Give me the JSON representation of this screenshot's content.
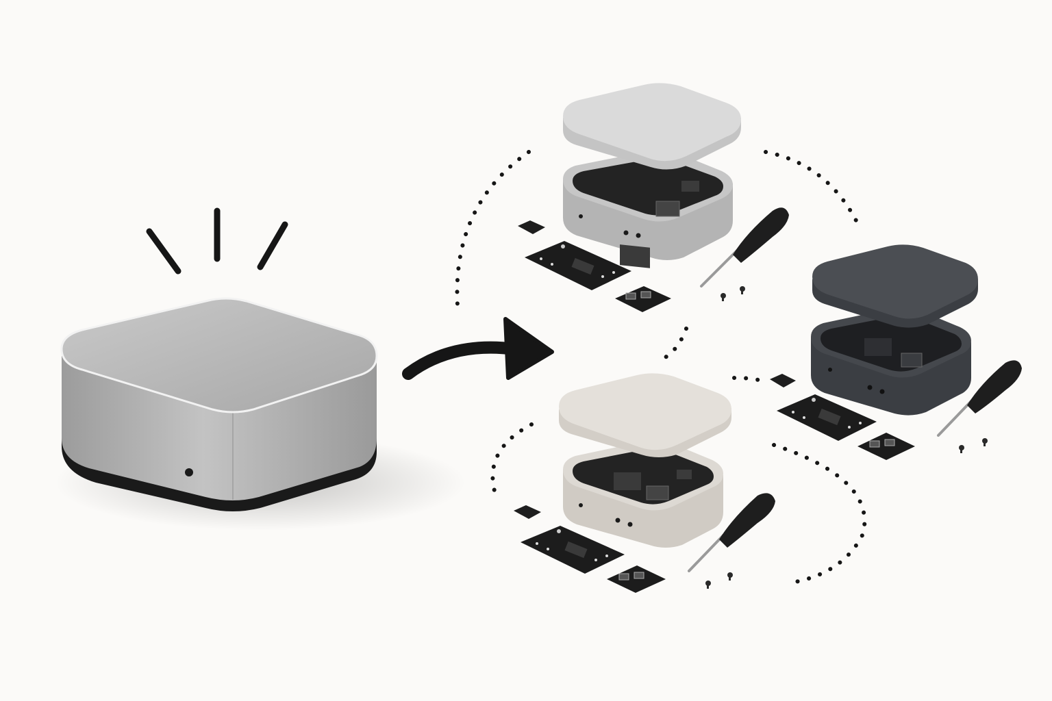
{
  "illustration": {
    "colors": {
      "background": "#fbfaf8",
      "ink": "#161616",
      "silver_top": "#b9b9b9",
      "silver_side": "#a3a3a3",
      "light_silver_lid": "#d9d9d8",
      "space_gray_lid": "#4b4e53",
      "space_gray_side": "#3b3e43",
      "starlight_lid": "#dcd8d2",
      "starlight_side": "#d3cec7",
      "board": "#1c1c1c",
      "chip": "#3a3a3a",
      "screwdriver_handle": "#1e1e1e",
      "screwdriver_shaft": "#9a9a9a"
    },
    "icons": [
      "closed-device-icon",
      "attention-lines-icon",
      "curved-arrow-icon",
      "exploded-device-icon",
      "circuit-board-icon",
      "chip-icon",
      "screwdriver-icon",
      "screw-icon",
      "dotted-loop-icon"
    ],
    "device_variants": [
      "silver",
      "space-gray",
      "starlight"
    ]
  }
}
